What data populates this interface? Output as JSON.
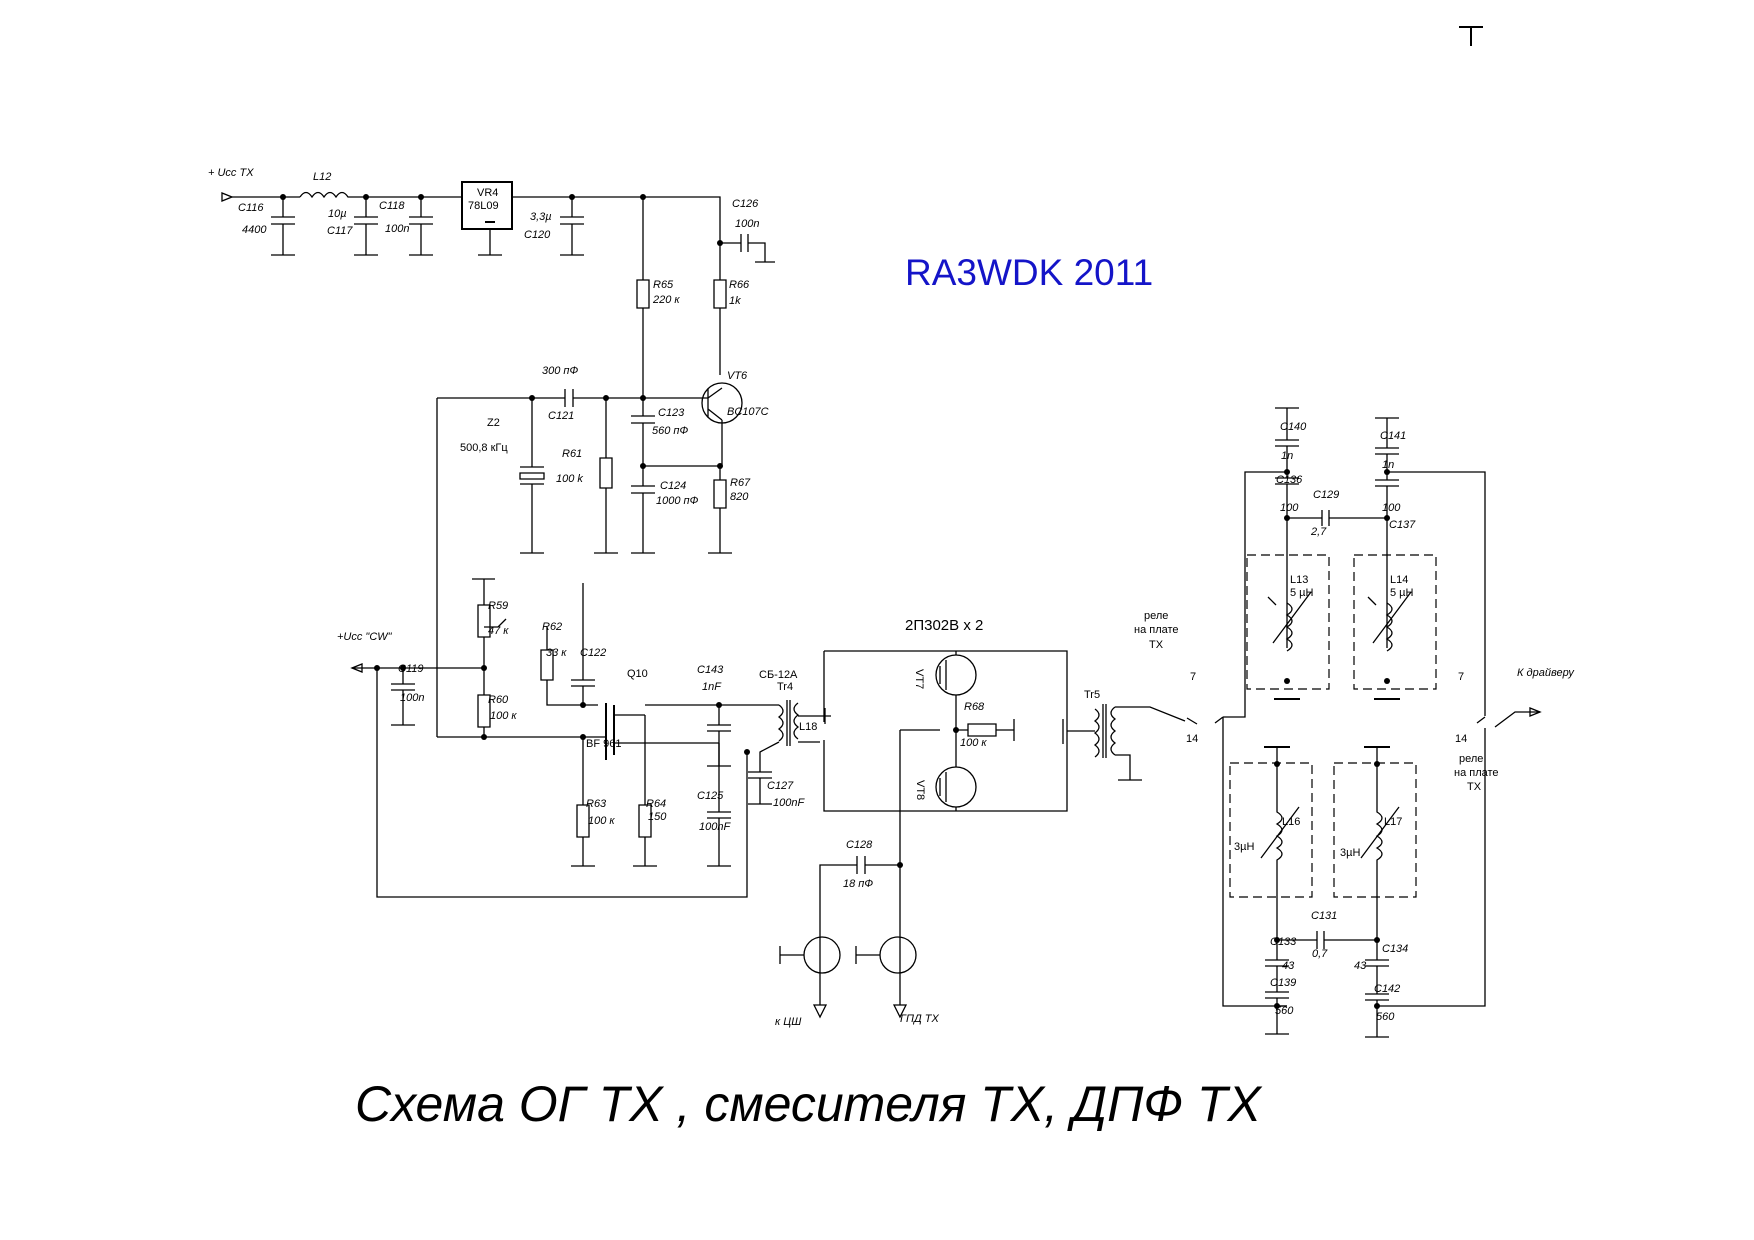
{
  "author_label": "RA3WDK 2011",
  "caption": "Схема ОГ ТХ , смесителя ТХ, ДПФ ТХ",
  "transistor_pair": "2П302В х 2",
  "labels": [
    {
      "id": "ucc-tx",
      "text": "+ Ucc TX"
    },
    {
      "id": "l12",
      "text": "L12"
    },
    {
      "id": "c116",
      "text": "C116"
    },
    {
      "id": "c116-v",
      "text": "4400"
    },
    {
      "id": "c117-v",
      "text": "10µ"
    },
    {
      "id": "c117",
      "text": "C117"
    },
    {
      "id": "c118",
      "text": "C118"
    },
    {
      "id": "c118-v",
      "text": "100n"
    },
    {
      "id": "vr4",
      "text": "VR4"
    },
    {
      "id": "vr4-type",
      "text": "78L09"
    },
    {
      "id": "c120-v",
      "text": "3,3µ"
    },
    {
      "id": "c120",
      "text": "C120"
    },
    {
      "id": "c126",
      "text": "C126"
    },
    {
      "id": "c126-v",
      "text": "100n"
    },
    {
      "id": "r65",
      "text": "R65"
    },
    {
      "id": "r65-v",
      "text": "220 к"
    },
    {
      "id": "r66",
      "text": "R66"
    },
    {
      "id": "r66-v",
      "text": "1k"
    },
    {
      "id": "c121-v",
      "text": "300 пФ"
    },
    {
      "id": "c121",
      "text": "C121"
    },
    {
      "id": "vt6",
      "text": "VT6"
    },
    {
      "id": "vt6-type",
      "text": "BC107C"
    },
    {
      "id": "c123",
      "text": "C123"
    },
    {
      "id": "c123-v",
      "text": "560 пФ"
    },
    {
      "id": "z2",
      "text": "Z2"
    },
    {
      "id": "z2-v",
      "text": "500,8 кГц"
    },
    {
      "id": "r61",
      "text": "R61"
    },
    {
      "id": "r61-v",
      "text": "100 k"
    },
    {
      "id": "c124",
      "text": "C124"
    },
    {
      "id": "c124-v",
      "text": "1000 пФ"
    },
    {
      "id": "r67",
      "text": "R67"
    },
    {
      "id": "r67-v",
      "text": "820"
    },
    {
      "id": "r59",
      "text": "R59"
    },
    {
      "id": "r59-v",
      "text": "47 к"
    },
    {
      "id": "r62",
      "text": "R62"
    },
    {
      "id": "r62-v",
      "text": "33 к"
    },
    {
      "id": "c122",
      "text": "C122"
    },
    {
      "id": "ucc-cw",
      "text": "+Ucc \"CW\""
    },
    {
      "id": "c119",
      "text": "C119"
    },
    {
      "id": "c119-v",
      "text": "100n"
    },
    {
      "id": "r60",
      "text": "R60"
    },
    {
      "id": "r60-v",
      "text": "100 к"
    },
    {
      "id": "q10",
      "text": "Q10"
    },
    {
      "id": "q10-type",
      "text": "BF 961"
    },
    {
      "id": "c143",
      "text": "C143"
    },
    {
      "id": "c143-v",
      "text": "1nF"
    },
    {
      "id": "cb12a",
      "text": "СБ-12А"
    },
    {
      "id": "tr4",
      "text": "Tr4"
    },
    {
      "id": "l18",
      "text": "L18"
    },
    {
      "id": "vt7",
      "text": "VT7"
    },
    {
      "id": "vt8",
      "text": "VT8"
    },
    {
      "id": "r68",
      "text": "R68"
    },
    {
      "id": "r68-v",
      "text": "100 к"
    },
    {
      "id": "tr5",
      "text": "Tr5"
    },
    {
      "id": "c127",
      "text": "C127"
    },
    {
      "id": "c127-v",
      "text": "100nF"
    },
    {
      "id": "c125",
      "text": "C125"
    },
    {
      "id": "c125-v",
      "text": "100nF"
    },
    {
      "id": "r63",
      "text": "R63"
    },
    {
      "id": "r63-v",
      "text": "100 к"
    },
    {
      "id": "r64",
      "text": "R64"
    },
    {
      "id": "r64-v",
      "text": "150"
    },
    {
      "id": "c128",
      "text": "C128"
    },
    {
      "id": "c128-v",
      "text": "18 пФ"
    },
    {
      "id": "k-csh",
      "text": "к ЦШ"
    },
    {
      "id": "gpd-tx",
      "text": "ГПД ТХ"
    },
    {
      "id": "relay-left",
      "text": "реле"
    },
    {
      "id": "relay-left-2",
      "text": "на плате"
    },
    {
      "id": "relay-left-3",
      "text": "ТХ"
    },
    {
      "id": "relay-right",
      "text": "реле"
    },
    {
      "id": "relay-right-2",
      "text": "на плате"
    },
    {
      "id": "relay-right-3",
      "text": "ТХ"
    },
    {
      "id": "pin7-left",
      "text": "7"
    },
    {
      "id": "pin14-left",
      "text": "14"
    },
    {
      "id": "pin7-right",
      "text": "7"
    },
    {
      "id": "pin14-right",
      "text": "14"
    },
    {
      "id": "k-driver",
      "text": "К драйверу"
    },
    {
      "id": "c140",
      "text": "C140"
    },
    {
      "id": "c140-v",
      "text": "1n"
    },
    {
      "id": "c141",
      "text": "C141"
    },
    {
      "id": "c141-v",
      "text": "1n"
    },
    {
      "id": "c136",
      "text": "C136"
    },
    {
      "id": "c136-v",
      "text": "100"
    },
    {
      "id": "c129",
      "text": "C129"
    },
    {
      "id": "c129-v",
      "text": "2,7"
    },
    {
      "id": "c137-v",
      "text": "100"
    },
    {
      "id": "c137",
      "text": "C137"
    },
    {
      "id": "l13",
      "text": "L13"
    },
    {
      "id": "l13-v",
      "text": "5 µH"
    },
    {
      "id": "l14",
      "text": "L14"
    },
    {
      "id": "l14-v",
      "text": "5 µH"
    },
    {
      "id": "l16",
      "text": "L16"
    },
    {
      "id": "l16-v",
      "text": "3µH"
    },
    {
      "id": "l17",
      "text": "L17"
    },
    {
      "id": "l17-v",
      "text": "3µH"
    },
    {
      "id": "c131",
      "text": "C131"
    },
    {
      "id": "c131-v",
      "text": "0,7"
    },
    {
      "id": "c133",
      "text": "C133"
    },
    {
      "id": "c133-v",
      "text": "43"
    },
    {
      "id": "c134-v",
      "text": "43"
    },
    {
      "id": "c134",
      "text": "C134"
    },
    {
      "id": "c139",
      "text": "C139"
    },
    {
      "id": "c139-v",
      "text": "560"
    },
    {
      "id": "c142",
      "text": "C142"
    },
    {
      "id": "c142-v",
      "text": "560"
    }
  ]
}
